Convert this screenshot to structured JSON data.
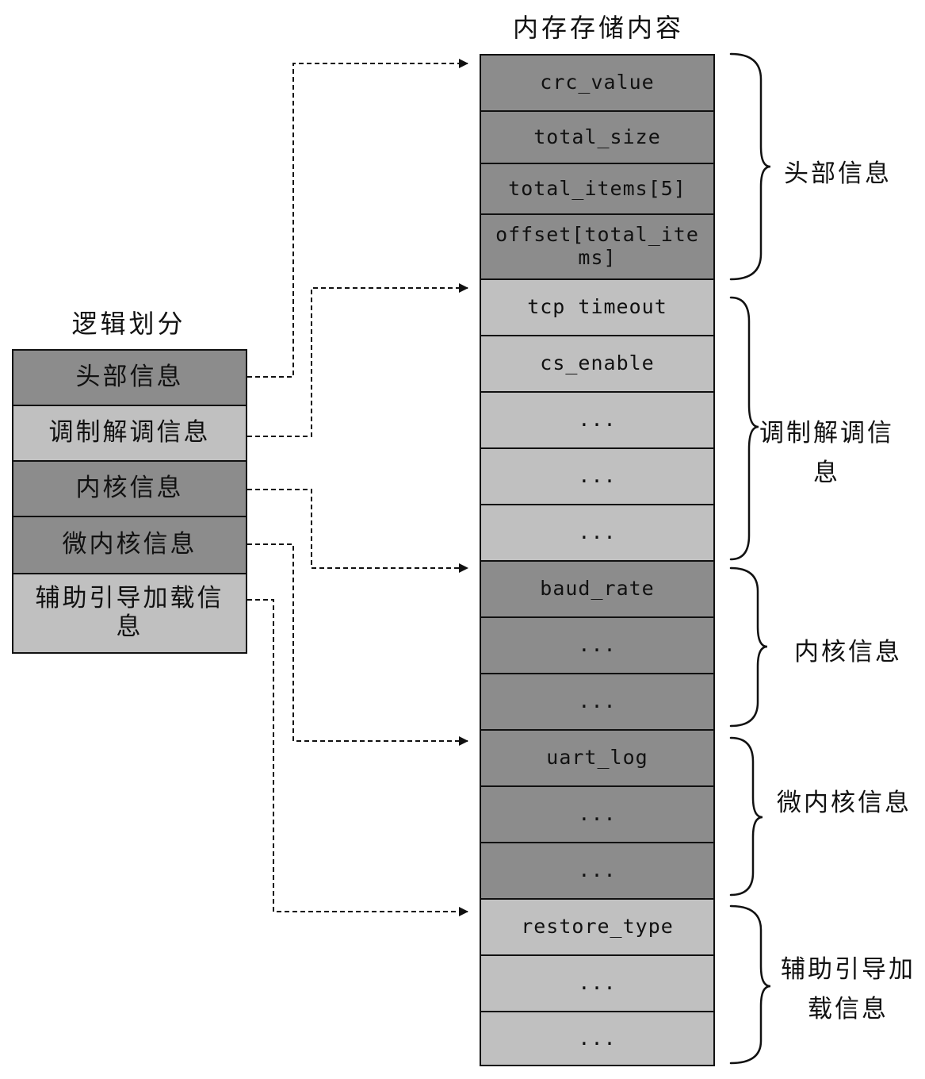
{
  "titles": {
    "memory": "内存存储内容",
    "logical": "逻辑划分"
  },
  "logical_blocks": [
    {
      "label": "头部信息"
    },
    {
      "label": "调制解调信息"
    },
    {
      "label": "内核信息"
    },
    {
      "label": "微内核信息"
    },
    {
      "label": "辅助引导加载信息"
    }
  ],
  "memory_cells": [
    {
      "label": "crc_value"
    },
    {
      "label": "total_size"
    },
    {
      "label": "total_items[5]"
    },
    {
      "label": "offset[total_items]"
    },
    {
      "label": "tcp timeout"
    },
    {
      "label": "cs_enable"
    },
    {
      "label": "..."
    },
    {
      "label": "..."
    },
    {
      "label": "..."
    },
    {
      "label": "baud_rate"
    },
    {
      "label": "..."
    },
    {
      "label": "..."
    },
    {
      "label": "uart_log"
    },
    {
      "label": "..."
    },
    {
      "label": "..."
    },
    {
      "label": "restore_type"
    },
    {
      "label": "..."
    },
    {
      "label": "..."
    }
  ],
  "group_labels": [
    {
      "label": "头部信息"
    },
    {
      "label": "调制解调信息"
    },
    {
      "label": "内核信息"
    },
    {
      "label": "微内核信息"
    },
    {
      "label": "辅助引导加载信息"
    }
  ]
}
